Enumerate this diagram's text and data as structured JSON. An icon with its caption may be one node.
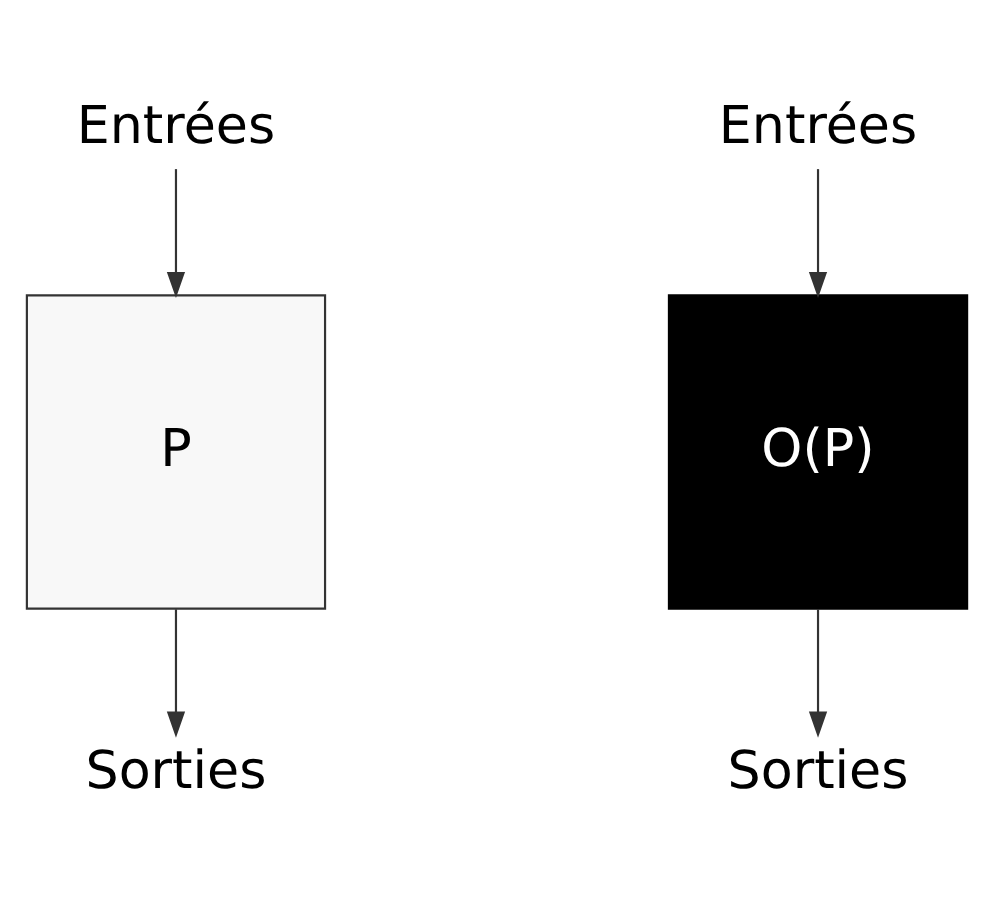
{
  "diagram": {
    "nodes": [
      {
        "text": [
          "Entrées"
        ]
      },
      {
        "text": [
          "P"
        ]
      },
      {
        "text": [
          "Sorties"
        ]
      },
      {
        "text": [
          "Entrées"
        ]
      },
      {
        "text": [
          "O(P)"
        ]
      },
      {
        "text": [
          "Sorties"
        ]
      }
    ],
    "edges": [
      {
        "from": 0,
        "to": 1,
        "arrow": "to"
      },
      {
        "from": 1,
        "to": 2,
        "arrow": "to"
      },
      {
        "from": 3,
        "to": 4,
        "arrow": "to"
      },
      {
        "from": 4,
        "to": 5,
        "arrow": "to"
      }
    ]
  }
}
